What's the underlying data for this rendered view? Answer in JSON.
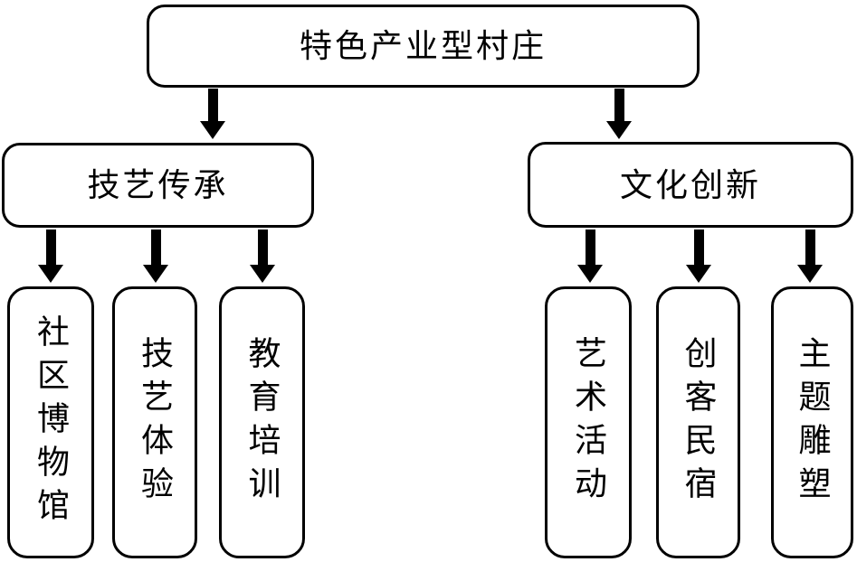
{
  "diagram": {
    "title": "特色产业型村庄 organization diagram",
    "colors": {
      "background": "#ffffff",
      "border": "#000000",
      "text": "#000000",
      "arrow": "#000000"
    },
    "root": {
      "label": "特色产业型村庄"
    },
    "branches": [
      {
        "label": "技艺传承",
        "children": [
          {
            "label": "社区博物馆"
          },
          {
            "label": "技艺体验"
          },
          {
            "label": "教育培训"
          }
        ]
      },
      {
        "label": "文化创新",
        "children": [
          {
            "label": "艺术活动"
          },
          {
            "label": "创客民宿"
          },
          {
            "label": "主题雕塑"
          }
        ]
      }
    ]
  }
}
